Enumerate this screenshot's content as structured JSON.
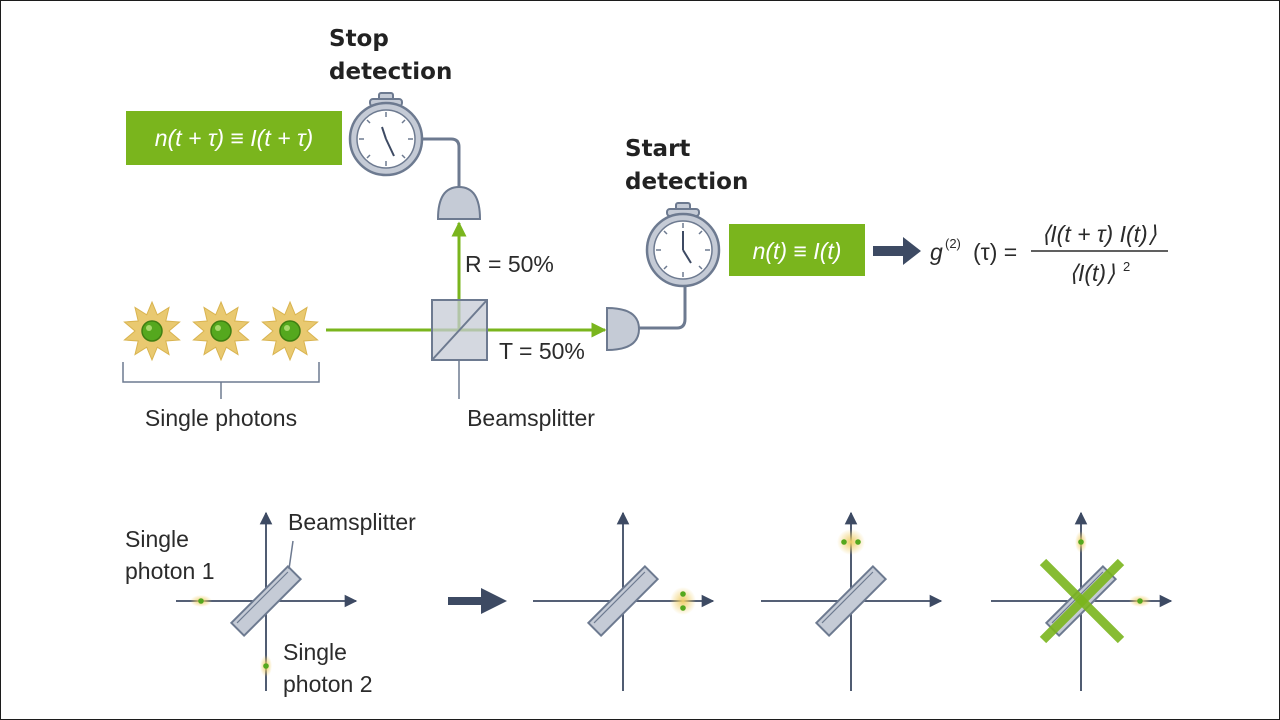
{
  "colors": {
    "green": "#7ab51d",
    "navy": "#3d4a63",
    "photon_glow": "#e9c970",
    "photon_core": "#55a81e",
    "device_gray": "#c5cbd6",
    "device_stroke": "#6d7a90"
  },
  "icons": {
    "stopwatch": "stopwatch-icon",
    "detector": "detector-icon",
    "arrow": "right-arrow-icon",
    "photon": "photon-icon"
  },
  "top_diagram": {
    "stop_detection": {
      "line1": "Stop",
      "line2": "detection"
    },
    "stop_box": "n(t + τ) ≡ I(t + τ)",
    "start_detection": {
      "line1": "Start",
      "line2": "detection"
    },
    "start_box": "n(t) ≡ I(t)",
    "reflect_label": "R = 50%",
    "transmit_label": "T = 50%",
    "photons_label": "Single photons",
    "beamsplitter_label": "Beamsplitter",
    "equation": {
      "lhs_g": "g",
      "lhs_sup": "(2)",
      "lhs_arg": "(τ) =",
      "numerator": "⟨I(t + τ) I(t)⟩",
      "denominator": "⟨I(t)⟩",
      "denominator_sup": "2"
    }
  },
  "bottom_diagram": {
    "beamsplitter_label": "Beamsplitter",
    "photon1_line1": "Single",
    "photon1_line2": "photon 1",
    "photon2_line1": "Single",
    "photon2_line2": "photon 2"
  }
}
